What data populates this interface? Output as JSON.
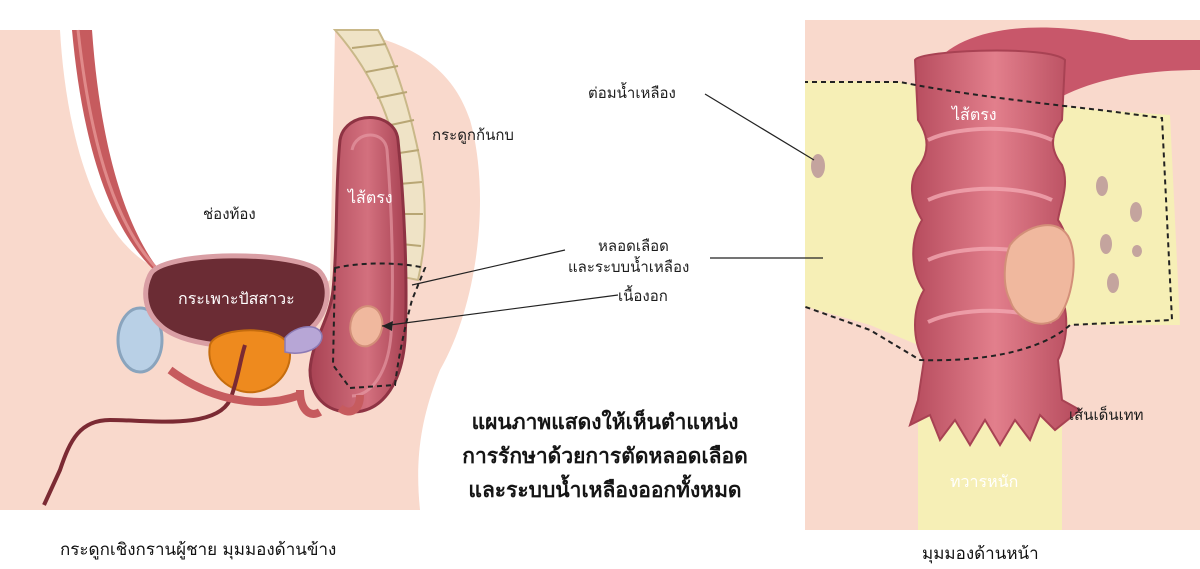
{
  "side_view": {
    "abdominal_cavity": "ช่องท้อง",
    "bladder": "กระเพาะปัสสาวะ",
    "rectum": "ไส้ตรง",
    "tailbone": "กระดูกก้นกบ",
    "caption": "กระดูกเชิงกรานผู้ชาย มุมมองด้านข้าง"
  },
  "shared_labels": {
    "vessels_line1": "หลอดเลือด",
    "vessels_line2": "และระบบน้ำเหลือง",
    "tumor": "เนื้องอก"
  },
  "front_view": {
    "lymph_node": "ต่อมน้ำเหลือง",
    "rectum": "ไส้ตรง",
    "dentate_line": "เส้นเด็นเทท",
    "anus": "ทวารหนัก",
    "caption": "มุมมองด้านหน้า"
  },
  "title": {
    "line1": "แผนภาพแสดงให้เห็นตำแหน่ง",
    "line2": "การรักษาด้วยการตัดหลอดเลือด",
    "line3": "และระบบน้ำเหลืองออกทั้งหมด"
  },
  "colors": {
    "skin": "#f9d9cc",
    "skin_dark": "#f2c2b2",
    "rectum": "#c8576a",
    "bladder": "#6b2c34",
    "prostate": "#ee8a1e",
    "fat": "#f6efb6",
    "spine": "#ddd0aa"
  }
}
